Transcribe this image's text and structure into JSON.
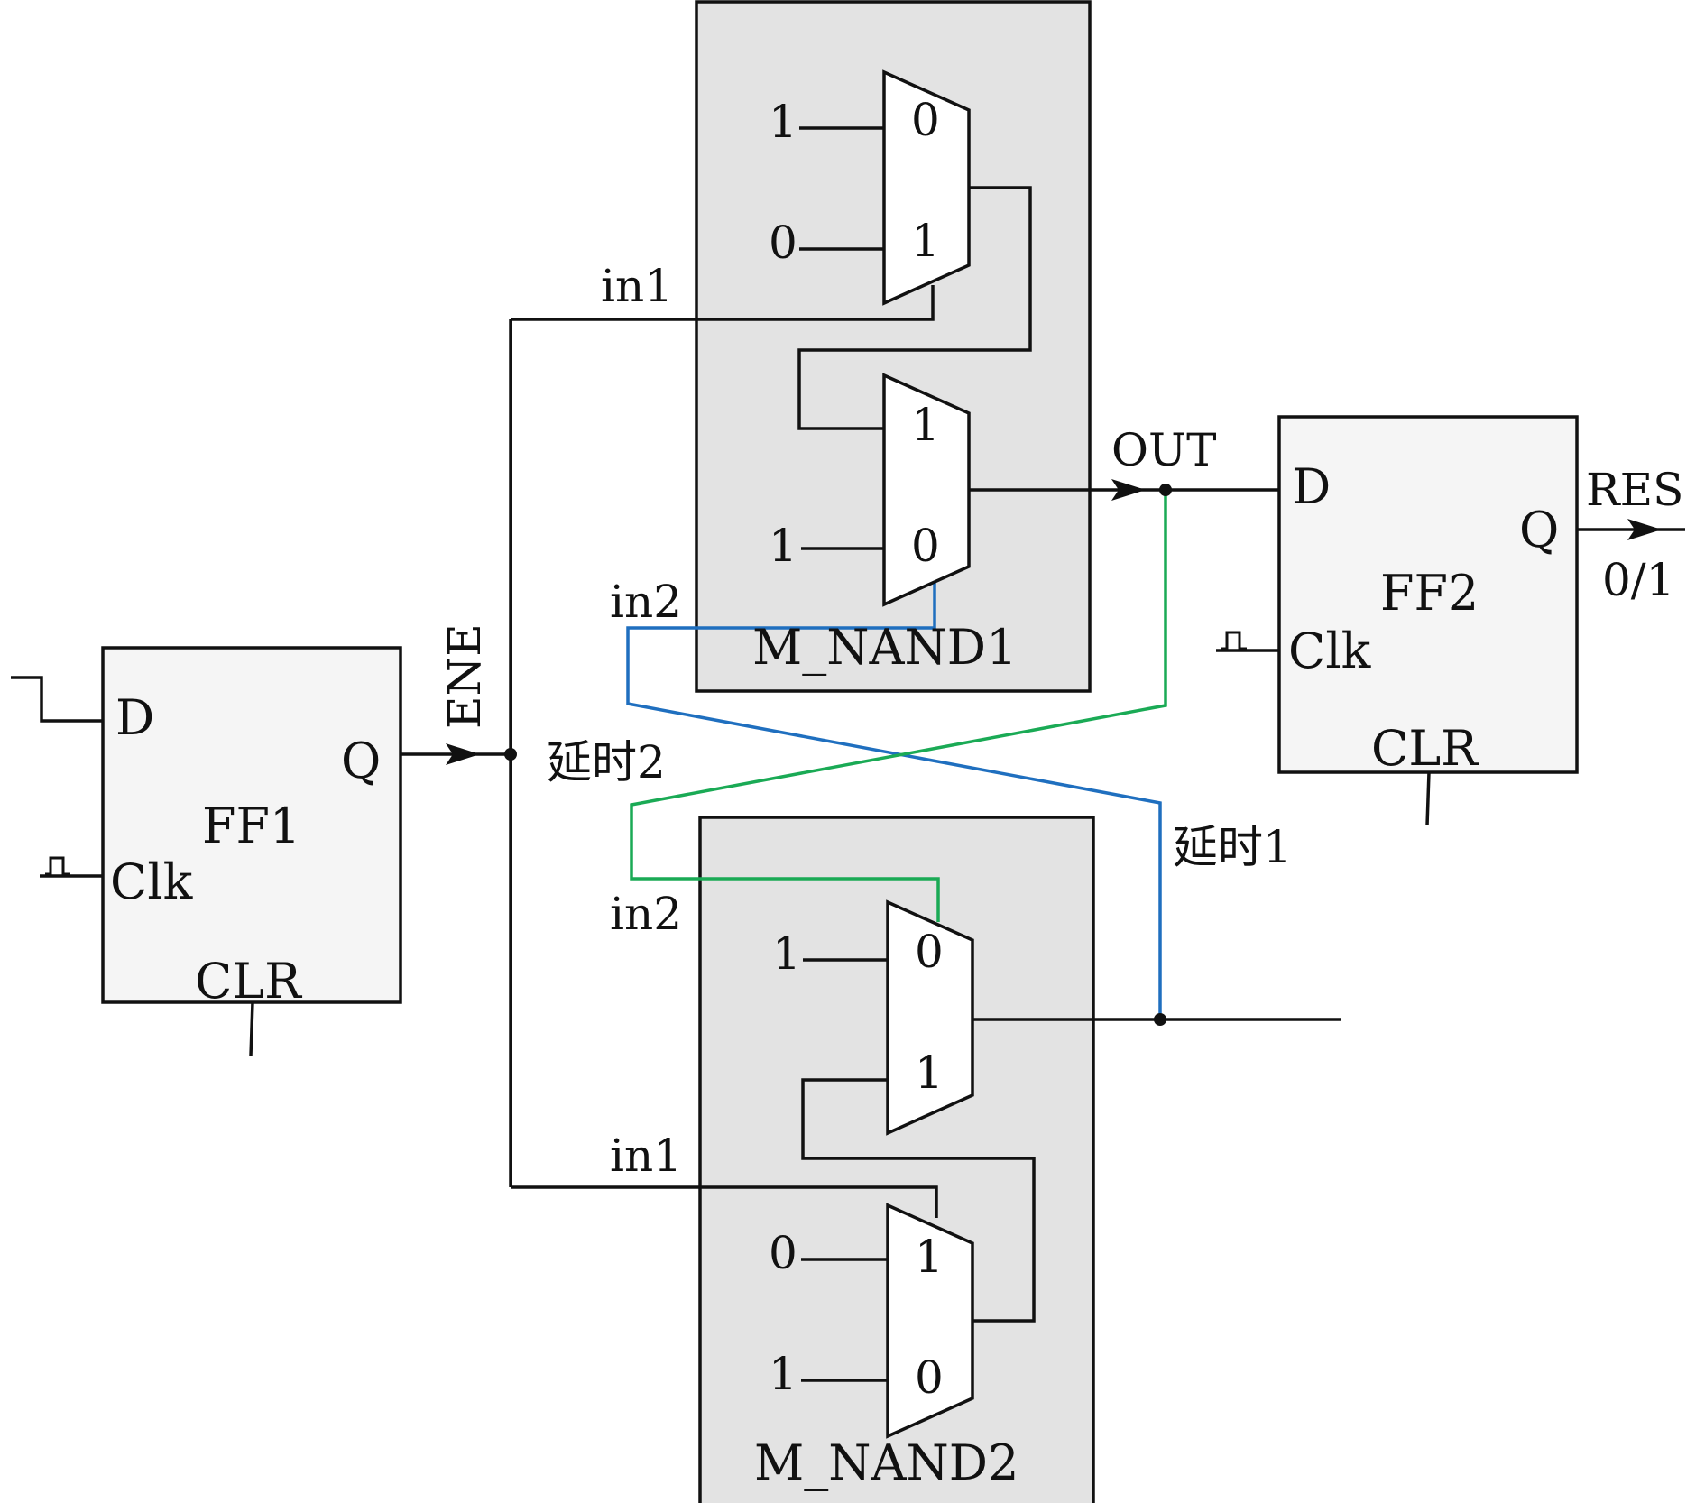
{
  "ff1": {
    "d": "D",
    "q": "Q",
    "name": "FF1",
    "clk": "Clk",
    "clr": "CLR"
  },
  "ff2": {
    "d": "D",
    "q": "Q",
    "name": "FF2",
    "clk": "Clk",
    "clr": "CLR"
  },
  "nand1": {
    "name": "M_NAND1",
    "in1": "in1",
    "in2": "in2",
    "mux_top": {
      "input0_const": "1",
      "input1_const": "0",
      "port0": "0",
      "port1": "1"
    },
    "mux_bottom": {
      "feedback_port": "1",
      "input_const": "1",
      "port0": "0"
    }
  },
  "nand2": {
    "name": "M_NAND2",
    "in1": "in1",
    "in2": "in2",
    "mux_top": {
      "input0_const": "1",
      "port0": "0",
      "port1": "1"
    },
    "mux_bottom": {
      "input1_const": "0",
      "input0_const": "1",
      "port1": "1",
      "port0": "0"
    }
  },
  "signals": {
    "ene": "ENE",
    "out": "OUT",
    "res": "RES",
    "res_value": "0/1"
  },
  "delays": {
    "delay1": "延时1",
    "delay2": "延时2"
  },
  "colors": {
    "delay1_wire": "#1f6fbf",
    "delay2_wire": "#1aaa55",
    "wire": "#111111",
    "nand_fill": "#e3e3e3",
    "ff_fill": "#f5f5f5"
  }
}
